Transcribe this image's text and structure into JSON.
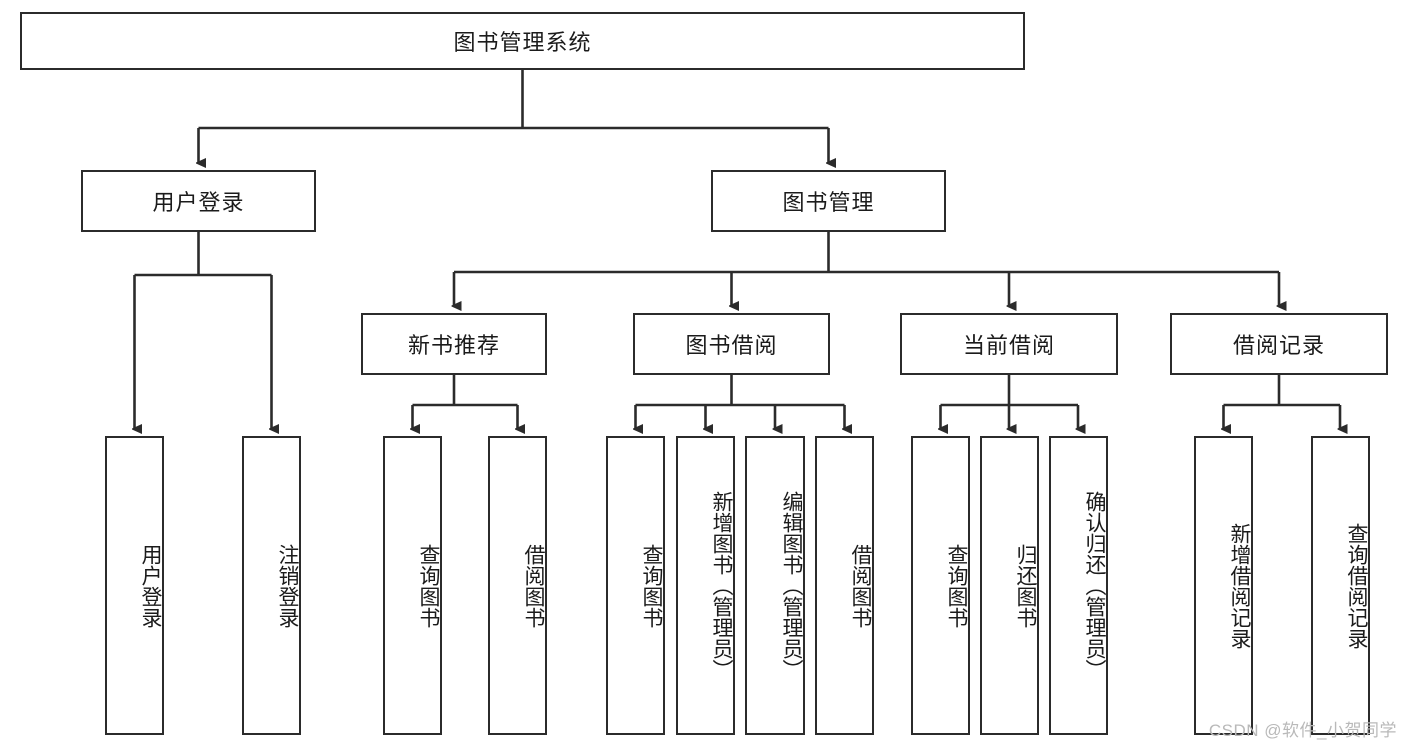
{
  "diagram": {
    "type": "tree-hierarchy-chart",
    "title": "图书管理系统",
    "root": {
      "id": "root",
      "label": "图书管理系统"
    },
    "level2": [
      {
        "id": "user-login",
        "label": "用户登录"
      },
      {
        "id": "book-management",
        "label": "图书管理"
      }
    ],
    "level3": [
      {
        "id": "new-book-recommend",
        "label": "新书推荐",
        "parent": "book-management"
      },
      {
        "id": "book-borrow",
        "label": "图书借阅",
        "parent": "book-management"
      },
      {
        "id": "current-borrow",
        "label": "当前借阅",
        "parent": "book-management"
      },
      {
        "id": "borrow-record",
        "label": "借阅记录",
        "parent": "book-management"
      }
    ],
    "leaves": {
      "user_login": [
        {
          "id": "leaf-user-login",
          "label": "用户登录"
        },
        {
          "id": "leaf-logout-login",
          "label": "注销登录"
        }
      ],
      "new_book_recommend": [
        {
          "id": "leaf-query-book-1",
          "label": "查询图书"
        },
        {
          "id": "leaf-borrow-book-1",
          "label": "借阅图书"
        }
      ],
      "book_borrow": [
        {
          "id": "leaf-query-book-2",
          "label": "查询图书"
        },
        {
          "id": "leaf-add-book",
          "label": "新增图书（管理员）"
        },
        {
          "id": "leaf-edit-book",
          "label": "编辑图书（管理员）"
        },
        {
          "id": "leaf-borrow-book-2",
          "label": "借阅图书"
        }
      ],
      "current_borrow": [
        {
          "id": "leaf-query-book-3",
          "label": "查询图书"
        },
        {
          "id": "leaf-return-book",
          "label": "归还图书"
        },
        {
          "id": "leaf-confirm-return",
          "label": "确认归还（管理员）"
        }
      ],
      "borrow_record": [
        {
          "id": "leaf-add-record",
          "label": "新增借阅记录"
        },
        {
          "id": "leaf-query-record",
          "label": "查询借阅记录"
        }
      ]
    }
  },
  "watermark": {
    "text": "CSDN @软件_小贺同学"
  },
  "colors": {
    "border": "#2b2b2b",
    "background": "#ffffff",
    "text": "#1b1b1b",
    "watermark": "#b9b9b9"
  }
}
